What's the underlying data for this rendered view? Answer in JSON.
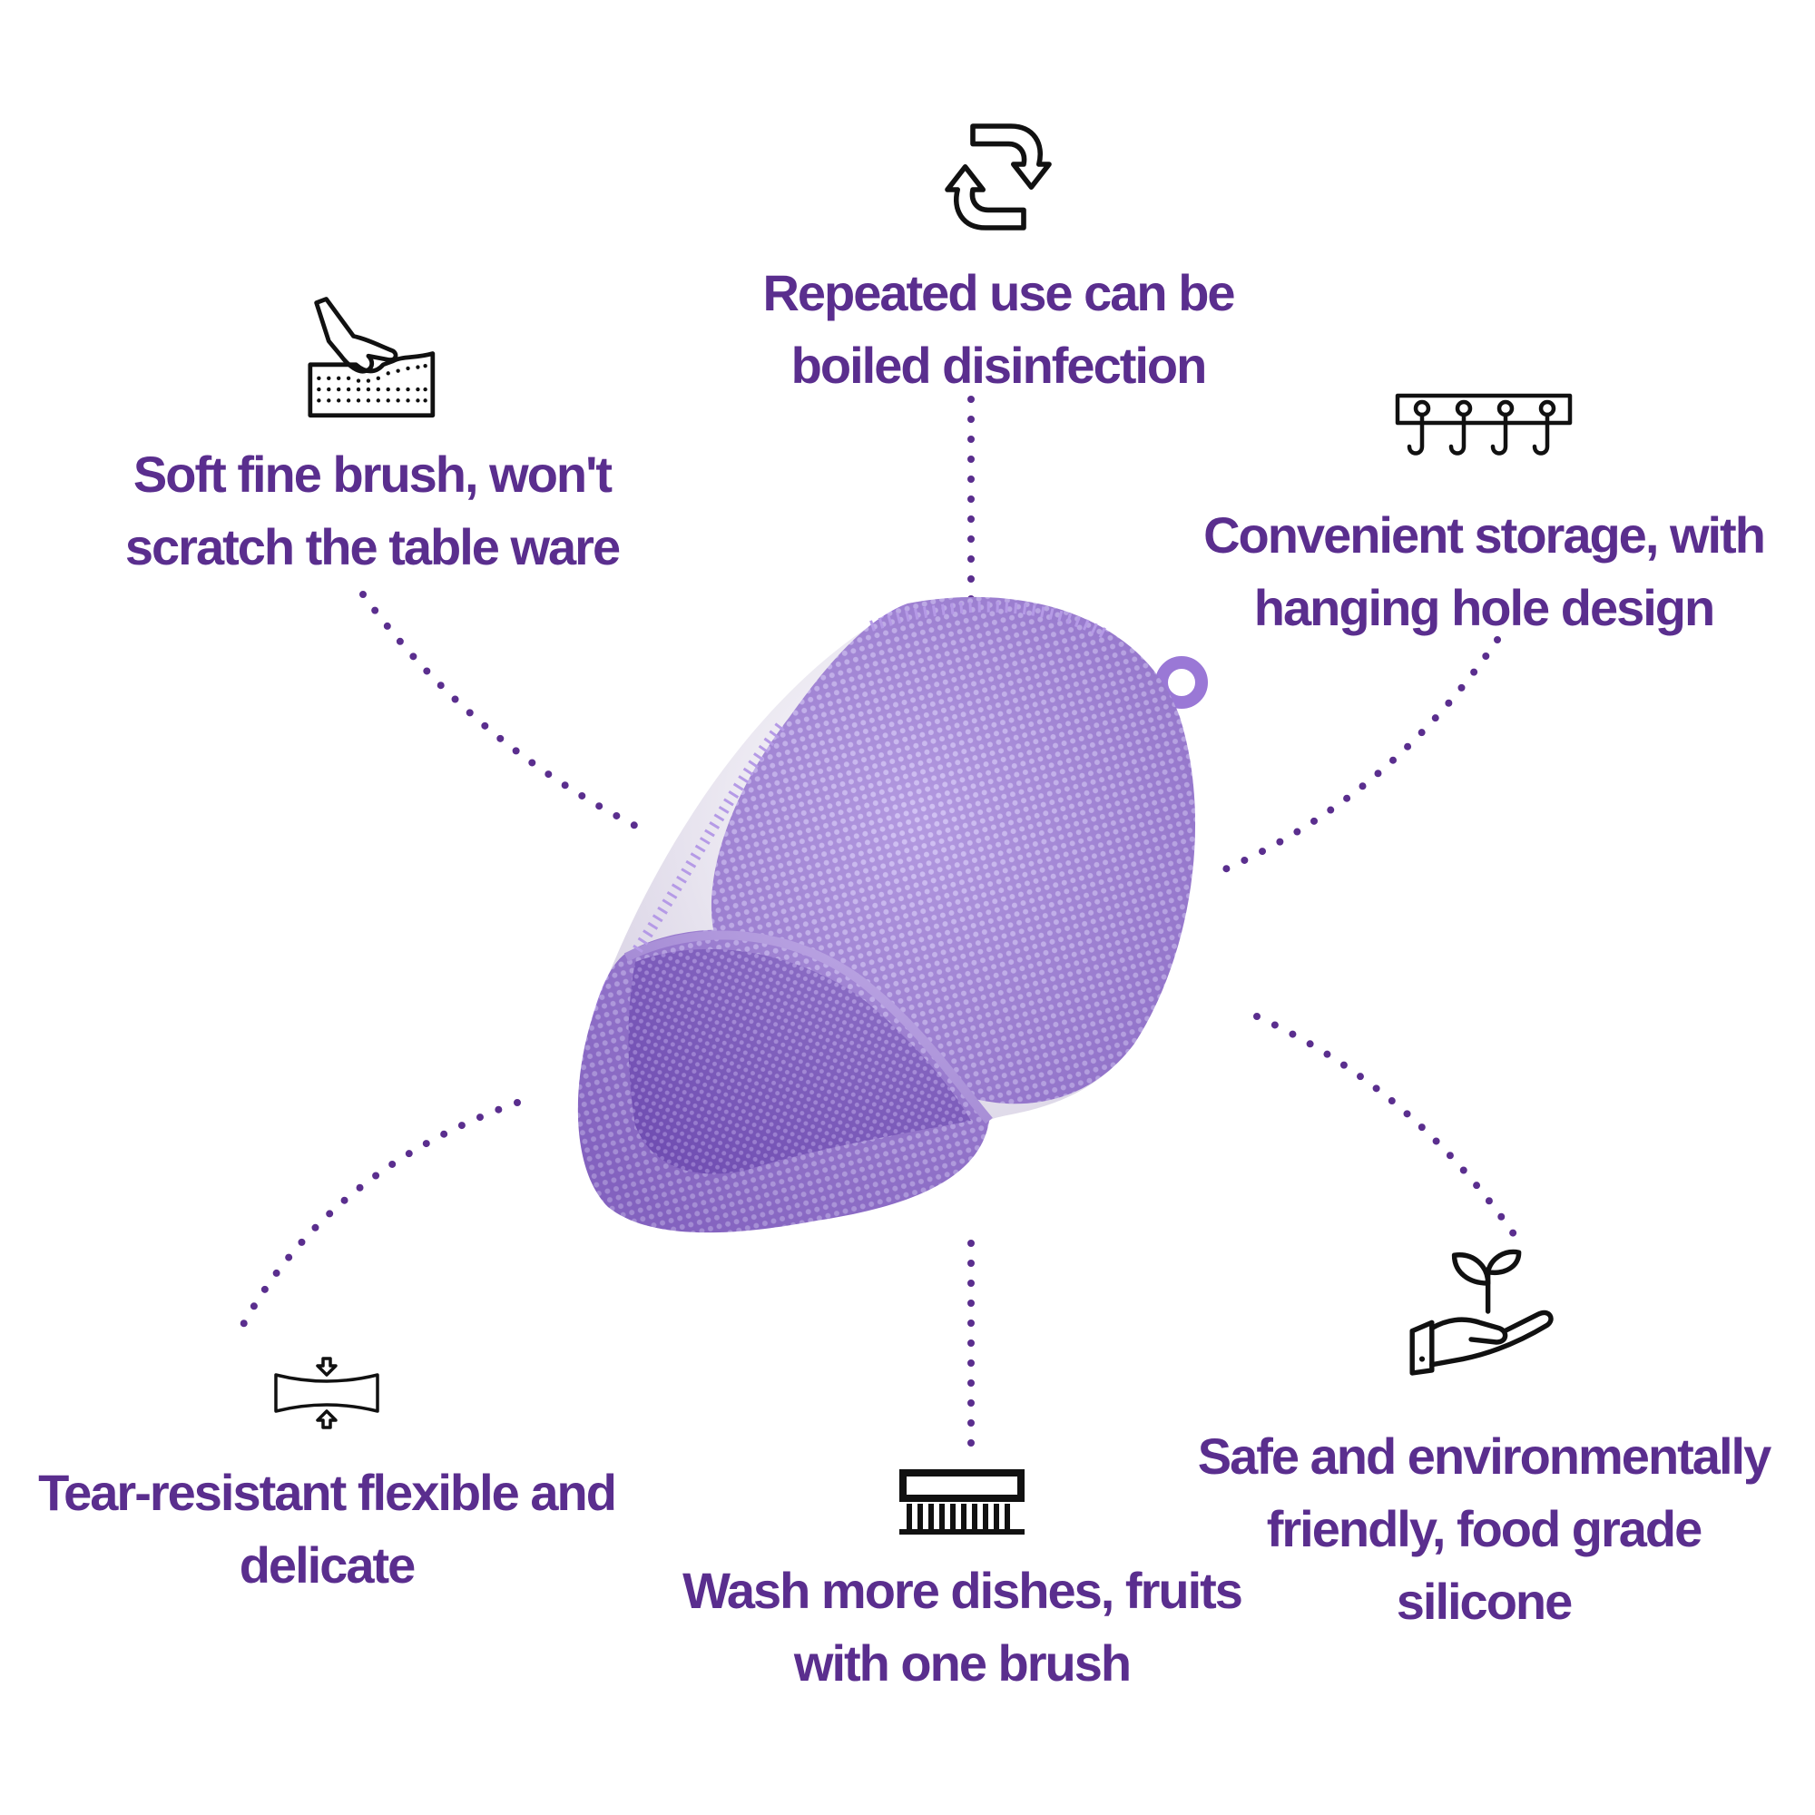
{
  "features": {
    "boil": {
      "label_line1": "Repeated use can be",
      "label_line2": "boiled disinfection",
      "icon": "recycle-arrows-icon"
    },
    "soft": {
      "label_line1": "Soft fine brush, won't",
      "label_line2": "scratch the table ware",
      "icon": "hand-on-sponge-icon"
    },
    "storage": {
      "label_line1": "Convenient storage, with",
      "label_line2": "hanging hole design",
      "icon": "hook-rack-icon"
    },
    "tear": {
      "label_line1": "Tear-resistant flexible and",
      "label_line2": "delicate",
      "icon": "stretch-compress-icon"
    },
    "wash": {
      "label_line1": "Wash more dishes, fruits",
      "label_line2": "with one brush",
      "icon": "scrub-brush-icon"
    },
    "safe": {
      "label_line1": "Safe and environmentally",
      "label_line2": "friendly, food grade",
      "label_line3": "silicone",
      "icon": "hand-with-plant-icon"
    }
  },
  "colors": {
    "accent": "#5a2e8e",
    "product": "#9a78d6",
    "product_dark": "#6e4bb0",
    "icon_stroke": "#111111",
    "background": "#ffffff"
  }
}
